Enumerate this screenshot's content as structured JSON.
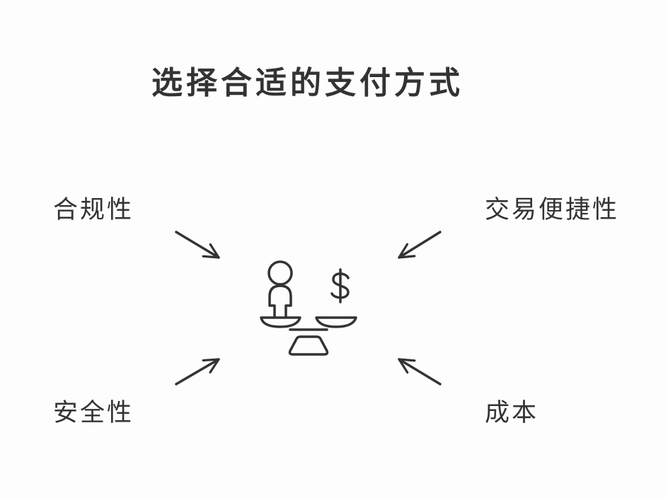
{
  "title": "选择合适的支付方式",
  "factors": [
    {
      "label": "合规性"
    },
    {
      "label": "交易便捷性"
    },
    {
      "label": "安全性"
    },
    {
      "label": "成本"
    }
  ],
  "icons": {
    "center": "balance-scale-icon",
    "arrow": "arrow-icon",
    "person": "person-icon",
    "dollar": "dollar-sign-icon"
  },
  "colors": {
    "ink": "#333333",
    "background": "#fdfdfd"
  }
}
